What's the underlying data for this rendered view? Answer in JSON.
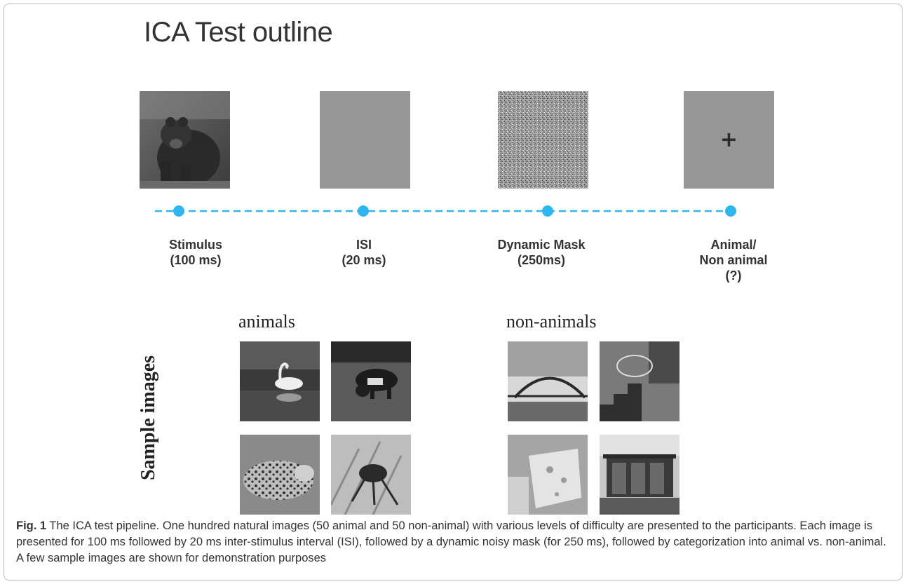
{
  "figure": {
    "title": "ICA Test outline",
    "steps": [
      {
        "label": "Stimulus\n(100 ms)"
      },
      {
        "label": "ISI\n(20 ms)"
      },
      {
        "label": "Dynamic Mask\n(250ms)"
      },
      {
        "label": "Animal/\nNon animal\n(?)"
      }
    ],
    "fixation_symbol": "+",
    "sample_images_label": "Sample images",
    "groups": {
      "animals": "animals",
      "non_animals": "non-animals"
    },
    "colors": {
      "timeline": "#2fb6ef",
      "gray_screen": "#979797"
    }
  },
  "caption": {
    "label": "Fig. 1",
    "text": "The ICA test pipeline. One hundred natural images (50 animal and 50 non-animal) with various levels of difficulty are presented to the participants. Each image is presented for 100 ms followed by 20 ms inter-stimulus interval (ISI), followed by a dynamic noisy mask (for 250 ms), followed by categorization into animal vs. non-animal. A few sample images are shown for demonstration purposes"
  }
}
